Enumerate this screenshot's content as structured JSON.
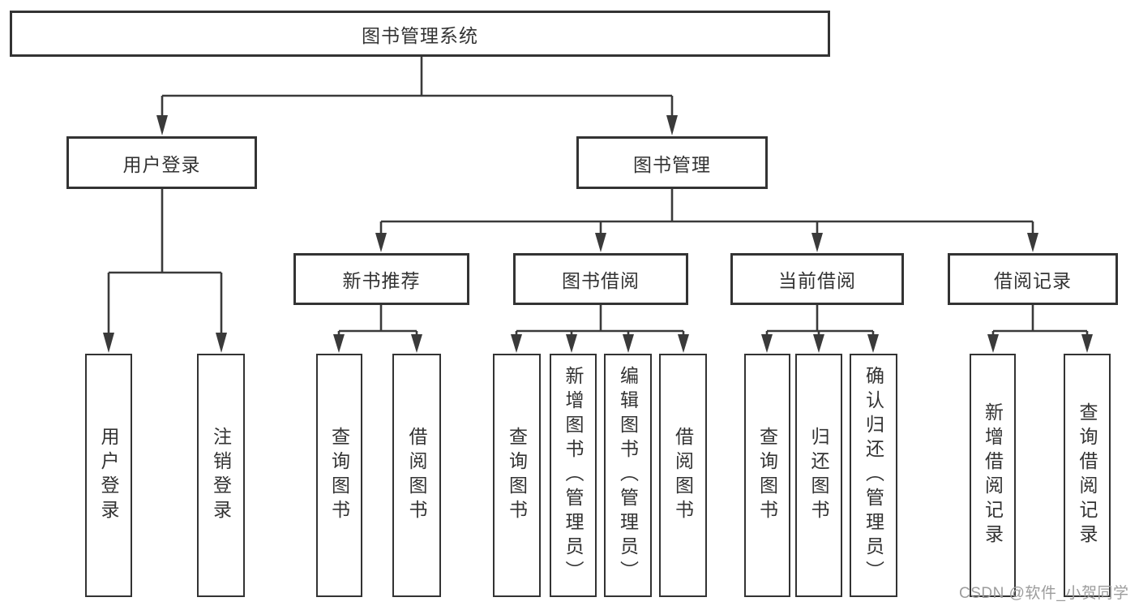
{
  "tree": {
    "root": "图书管理系统",
    "level2": [
      "用户登录",
      "图书管理"
    ],
    "level3": [
      "新书推荐",
      "图书借阅",
      "当前借阅",
      "借阅记录"
    ],
    "leaves_user": [
      "用户登录",
      "注销登录"
    ],
    "leaves_recommend": [
      "查询图书",
      "借阅图书"
    ],
    "leaves_borrow": [
      "查询图书",
      "新增图书（管理员）",
      "编辑图书（管理员）",
      "借阅图书"
    ],
    "leaves_current": [
      "查询图书",
      "归还图书",
      "确认归还（管理员）"
    ],
    "leaves_record": [
      "新增借阅记录",
      "查询借阅记录"
    ]
  },
  "watermark": "CSDN @软件_小贺同学",
  "colors": {
    "line": "#3a3a3a",
    "box_border": "#333333",
    "box_fill": "#ffffff",
    "text": "#333333",
    "watermark": "#9c9c9c",
    "background": "#ffffff"
  }
}
